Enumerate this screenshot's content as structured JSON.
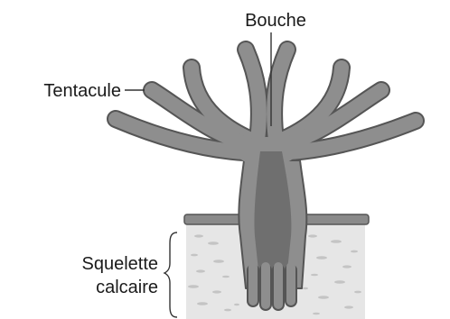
{
  "labels": {
    "mouth": "Bouche",
    "tentacle": "Tentacule",
    "skeleton_line1": "Squelette",
    "skeleton_line2": "calcaire"
  },
  "colors": {
    "polyp_body": "#8e8e8e",
    "polyp_outline": "#555555",
    "polyp_core": "#6f6f6f",
    "skeleton_fill": "#e6e6e6",
    "skeleton_speckle": "#c4c4c4",
    "rim": "#8a8a8a",
    "label_text": "#1a1a1a",
    "leader_line": "#333333"
  }
}
